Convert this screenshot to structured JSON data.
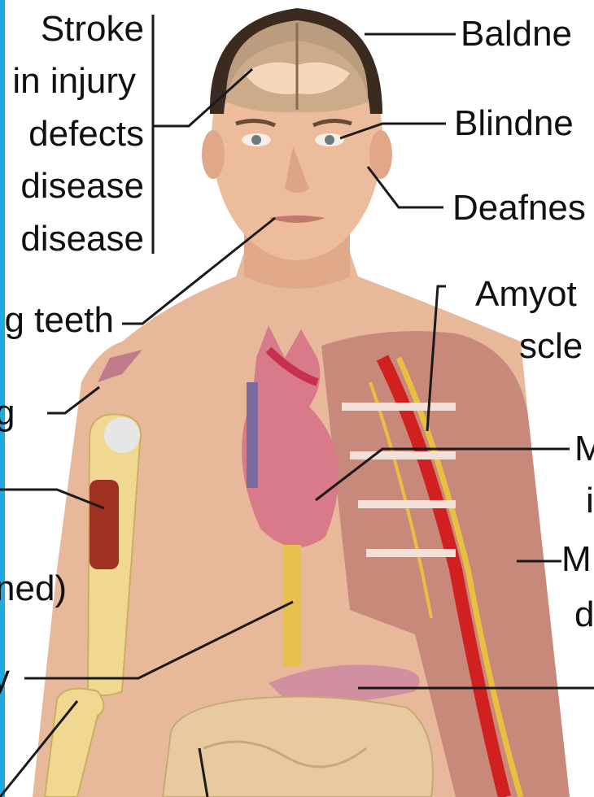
{
  "colors": {
    "accent_strip": "#20a8e0",
    "skin": "#e8b89a",
    "hair": "#3a2a20",
    "line": "#1a1a1a",
    "bone": "#f0d890",
    "marrow": "#a03020",
    "muscle": "#c07a70",
    "nerve": "#e8c040",
    "artery": "#d02020",
    "heart": "#d97a8a"
  },
  "labels_left": [
    {
      "id": "stroke",
      "text": "Stroke"
    },
    {
      "id": "brain-injury",
      "text": "in injury"
    },
    {
      "id": "defects",
      "text": "defects"
    },
    {
      "id": "disease1",
      "text": "disease"
    },
    {
      "id": "disease2",
      "text": "disease"
    },
    {
      "id": "teeth",
      "text": "g teeth"
    },
    {
      "id": "g",
      "text": "g"
    },
    {
      "id": "ned",
      "text": "ned)"
    },
    {
      "id": "y",
      "text": "y"
    }
  ],
  "labels_right": [
    {
      "id": "baldness",
      "text": "Baldne"
    },
    {
      "id": "blindness",
      "text": "Blindne"
    },
    {
      "id": "deafness",
      "text": "Deafnes"
    },
    {
      "id": "amyot",
      "text": "Amyot"
    },
    {
      "id": "scle",
      "text": "scle"
    },
    {
      "id": "m1",
      "text": "M"
    },
    {
      "id": "i1",
      "text": "i"
    },
    {
      "id": "m2",
      "text": "M"
    },
    {
      "id": "d1",
      "text": "d"
    }
  ],
  "icons": [
    "human-body-illustration",
    "brain-icon",
    "heart-icon",
    "bone-icon",
    "nerve-arm-icon",
    "intestine-icon"
  ]
}
